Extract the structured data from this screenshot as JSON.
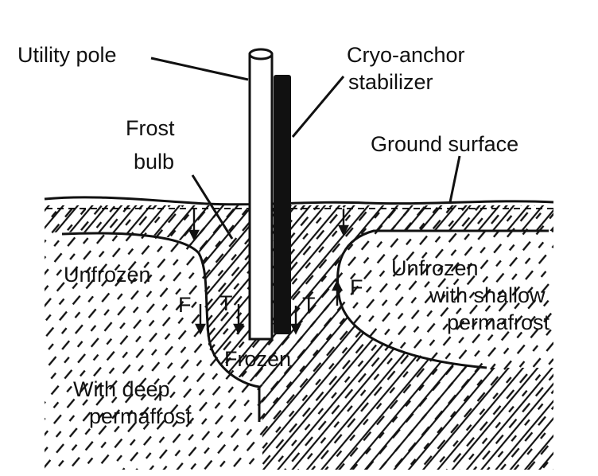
{
  "labels": {
    "utility_pole": "Utility pole",
    "cryo_anchor_line1": "Cryo-anchor",
    "cryo_anchor_line2": "stabilizer",
    "frost_bulb_line1": "Frost",
    "frost_bulb_line2": "bulb",
    "ground_surface": "Ground surface",
    "unfrozen_left": "Unfrozen",
    "unfrozen_right_line1": "Unfrozen",
    "unfrozen_right_line2": "with shallow",
    "unfrozen_right_line3": "permafrost",
    "deep_line1": "With deep",
    "deep_line2": "permafrost",
    "frozen": "Frozen",
    "force_left": "F",
    "force_right": "F",
    "tangential_left": "T",
    "tangential_right": "T"
  },
  "colors": {
    "ink": "#111111",
    "background": "#ffffff",
    "stabilizer": "#111111"
  }
}
